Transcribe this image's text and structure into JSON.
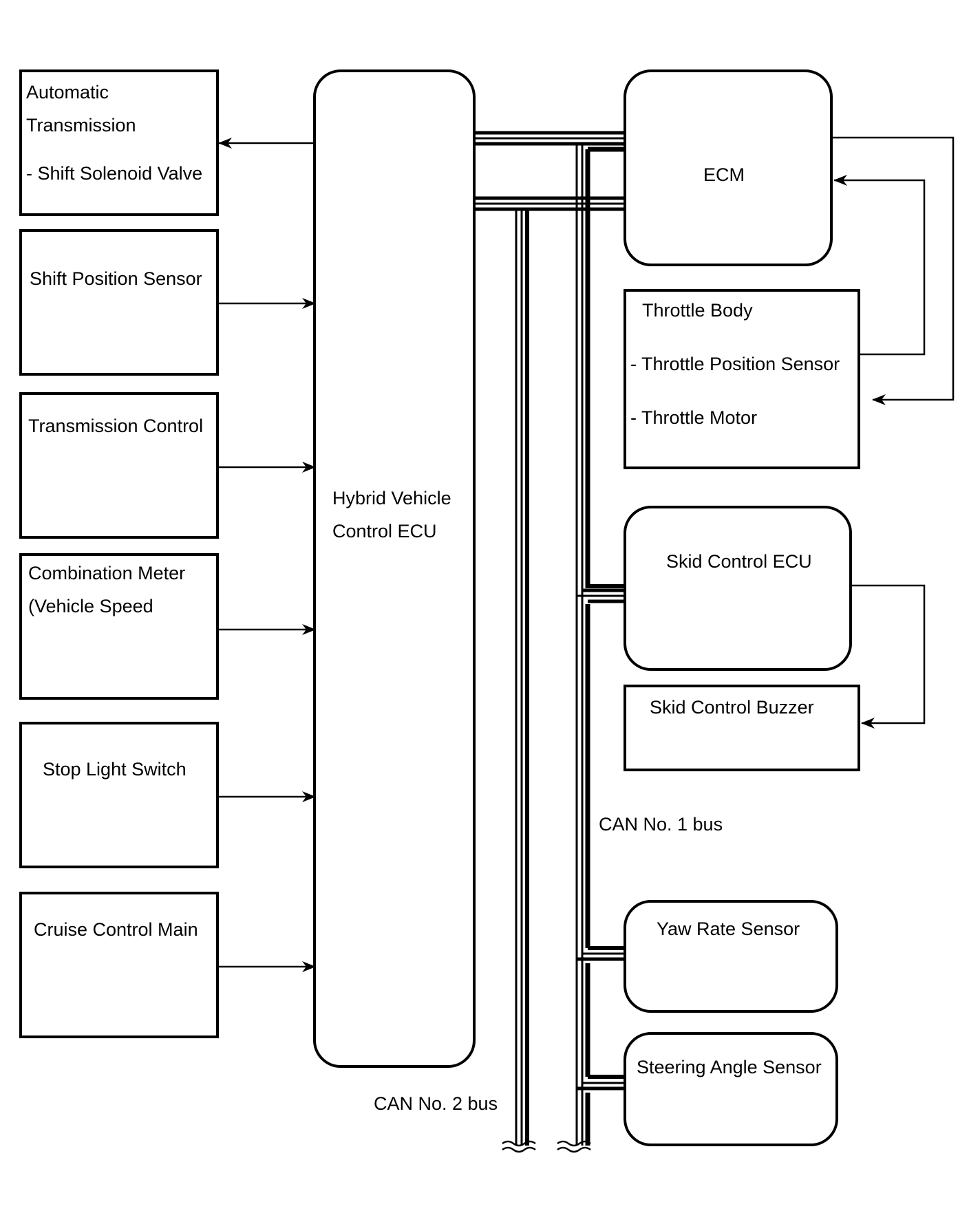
{
  "left_boxes": {
    "automatic_transmission": {
      "line1": "Automatic",
      "line2": "Transmission",
      "line3": "- Shift Solenoid Valve"
    },
    "shift_position_sensor": {
      "label": "Shift Position Sensor"
    },
    "transmission_control": {
      "label": "Transmission Control"
    },
    "combination_meter": {
      "line1": "Combination Meter",
      "line2": "(Vehicle Speed"
    },
    "stop_light_switch": {
      "label": "Stop Light Switch"
    },
    "cruise_control_main": {
      "label": "Cruise Control Main"
    }
  },
  "hybrid_ecu": {
    "line1": "Hybrid Vehicle",
    "line2": "Control ECU"
  },
  "right_boxes": {
    "ecm": {
      "label": "ECM"
    },
    "throttle_body": {
      "line1": "Throttle Body",
      "line2": "- Throttle Position Sensor",
      "line3": "- Throttle Motor"
    },
    "skid_control_ecu": {
      "label": "Skid Control ECU"
    },
    "skid_control_buzzer": {
      "label": "Skid Control Buzzer"
    },
    "yaw_rate_sensor": {
      "label": "Yaw Rate Sensor"
    },
    "steering_angle_sensor": {
      "label": "Steering Angle Sensor"
    }
  },
  "buses": {
    "can1": "CAN No. 1 bus",
    "can2": "CAN No. 2 bus"
  }
}
